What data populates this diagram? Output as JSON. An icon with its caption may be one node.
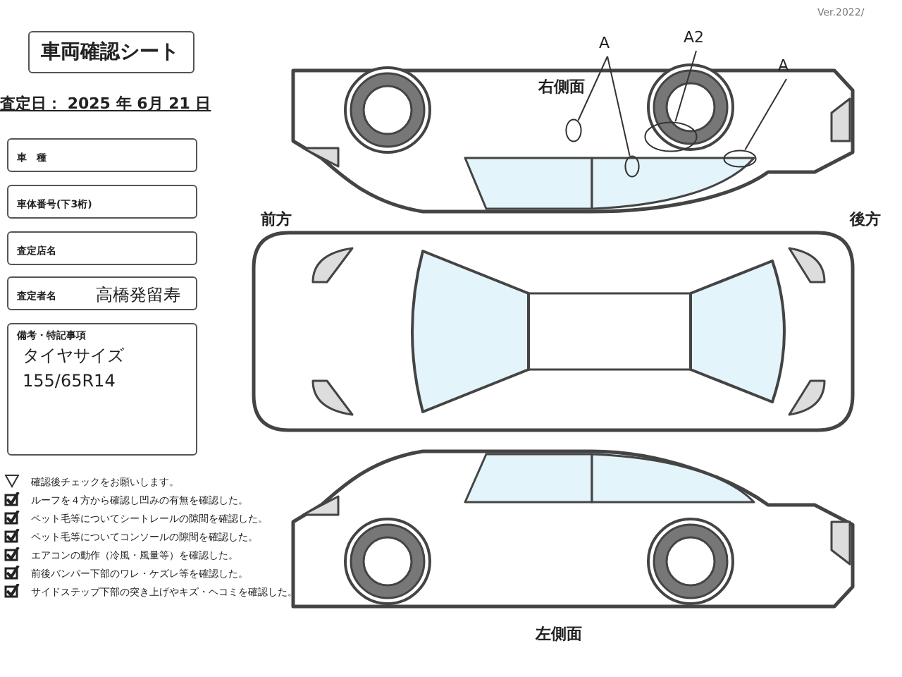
{
  "diagram": {
    "title": "車両確認シート",
    "nodes": [
      {
        "text": [
          "車　種"
        ]
      },
      {
        "text": [
          "車体番号(下3桁)"
        ]
      },
      {
        "text": [
          "査定店名"
        ]
      },
      {
        "text": [
          "査定者名",
          "高橋発留寿"
        ]
      },
      {
        "text": [
          "備考・特記事項",
          "タイヤサイズ",
          "155/65R14"
        ]
      },
      {
        "text": [
          "A"
        ]
      },
      {
        "text": [
          "A2"
        ]
      },
      {
        "text": [
          "A"
        ]
      },
      {
        "text": [],
        "shape": "circle"
      },
      {
        "text": [],
        "shape": "circle"
      },
      {
        "text": [],
        "shape": "circle"
      },
      {
        "text": [],
        "shape": "circle"
      }
    ],
    "edges": [
      {
        "from": 5,
        "to": 8,
        "arrow": "none"
      },
      {
        "from": 5,
        "to": 9,
        "arrow": "none"
      },
      {
        "from": 6,
        "to": 10,
        "arrow": "none"
      },
      {
        "from": 7,
        "to": 11,
        "arrow": "none"
      }
    ],
    "labels": [
      "Ver.2022/",
      "査定日： 2025 年 6月 21 日",
      "右側面",
      "前方",
      "後方",
      "左側面",
      "確認後チェックをお願いします。",
      "ルーフを４方から確認し凹みの有無を確認した。",
      "ペット毛等についてシートレールの隙間を確認した。",
      "ペット毛等についてコンソールの隙間を確認した。",
      "エアコンの動作（冷風・風量等）を確認した。",
      "前後バンパー下部のワレ・ケズレ等を確認した。",
      "サイドステップ下部の突き上げやキズ・ヘコミを確認した。"
    ]
  }
}
